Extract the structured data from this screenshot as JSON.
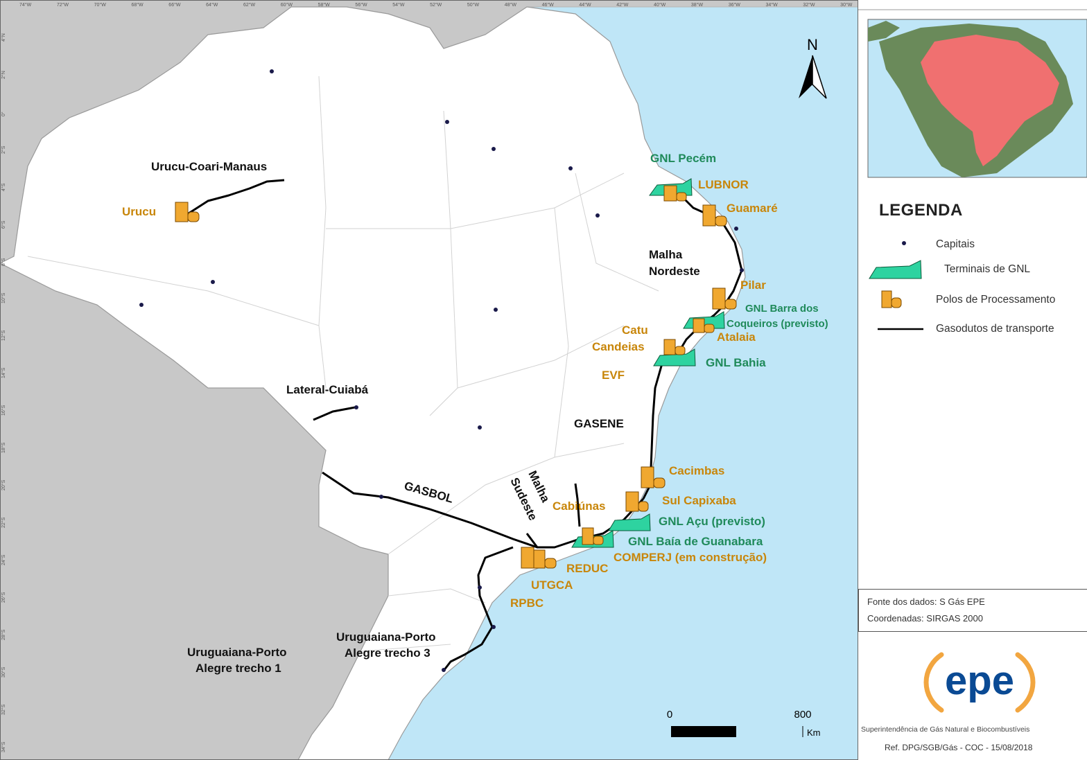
{
  "map": {
    "north_label": "N",
    "scale": {
      "zero": "0",
      "max": "800",
      "unit": "Km"
    },
    "top_ticks": [
      "74°W",
      "72°W",
      "70°W",
      "68°W",
      "66°W",
      "64°W",
      "62°W",
      "60°W",
      "58°W",
      "56°W",
      "54°W",
      "52°W",
      "50°W",
      "48°W",
      "46°W",
      "44°W",
      "42°W",
      "40°W",
      "38°W",
      "36°W",
      "34°W",
      "32°W",
      "30°W"
    ],
    "left_ticks": [
      "4°N",
      "2°N",
      "0°",
      "2°S",
      "4°S",
      "6°S",
      "8°S",
      "10°S",
      "12°S",
      "14°S",
      "16°S",
      "18°S",
      "20°S",
      "22°S",
      "24°S",
      "26°S",
      "28°S",
      "30°S",
      "32°S",
      "34°S"
    ],
    "pipelines": {
      "urucu_coari_manaus": "Urucu-Coari-Manaus",
      "lateral_cuiaba": "Lateral-Cuiabá",
      "gasbol": "GASBOL",
      "gasene": "GASENE",
      "malha_nordeste_1": "Malha",
      "malha_nordeste_2": "Nordeste",
      "malha_sudeste_1": "Malha",
      "malha_sudeste_2": "Sudeste",
      "uruguaiana_t1_a": "Uruguaiana-Porto",
      "uruguaiana_t1_b": "Alegre trecho 1",
      "uruguaiana_t3_a": "Uruguaiana-Porto",
      "uruguaiana_t3_b": "Alegre trecho 3"
    },
    "polos": {
      "urucu": "Urucu",
      "lubnor": "LUBNOR",
      "guamare": "Guamaré",
      "pilar": "Pilar",
      "atalaia": "Atalaia",
      "catu": "Catu",
      "candeias": "Candeias",
      "evf": "EVF",
      "cacimbas": "Cacimbas",
      "sul_capixaba": "Sul Capixaba",
      "cabiunas": "Cabiúnas",
      "reduc": "REDUC",
      "utgca": "UTGCA",
      "rpbc": "RPBC",
      "comperj": "COMPERJ (em construção)"
    },
    "terminais": {
      "pecem": "GNL Pecém",
      "barra_1": "GNL Barra dos",
      "barra_2": "Coqueiros (previsto)",
      "bahia": "GNL Bahia",
      "acu": "GNL Açu (previsto)",
      "guanabara": "GNL Baía de Guanabara"
    },
    "colors": {
      "ocean": "#bfe6f7",
      "foreign_land": "#c8c8c8",
      "brazil": "#ffffff",
      "pipeline": "#000000",
      "polo_fill": "#f0a830",
      "polo_text": "#c8860a",
      "terminal_fill": "#2ed3a0",
      "terminal_text": "#1f8a5a"
    }
  },
  "legend": {
    "title": "LEGENDA",
    "items": [
      {
        "label": "Capitais",
        "icon": "capital-dot-icon"
      },
      {
        "label": "Terminais de GNL",
        "icon": "lng-terminal-icon"
      },
      {
        "label": "Polos de Processamento",
        "icon": "processing-hub-icon"
      },
      {
        "label": "Gasodutos de transporte",
        "icon": "pipeline-line-icon"
      }
    ]
  },
  "source": {
    "line1": "Fonte dos dados: S Gás EPE",
    "line2": "Coordenadas: SIRGAS 2000"
  },
  "logo": {
    "text": "epe"
  },
  "footer": {
    "superintendencia": "Superintendência de Gás Natural e Biocombustíveis",
    "ref": "Ref. DPG/SGB/Gás - COC - 15/08/2018"
  }
}
